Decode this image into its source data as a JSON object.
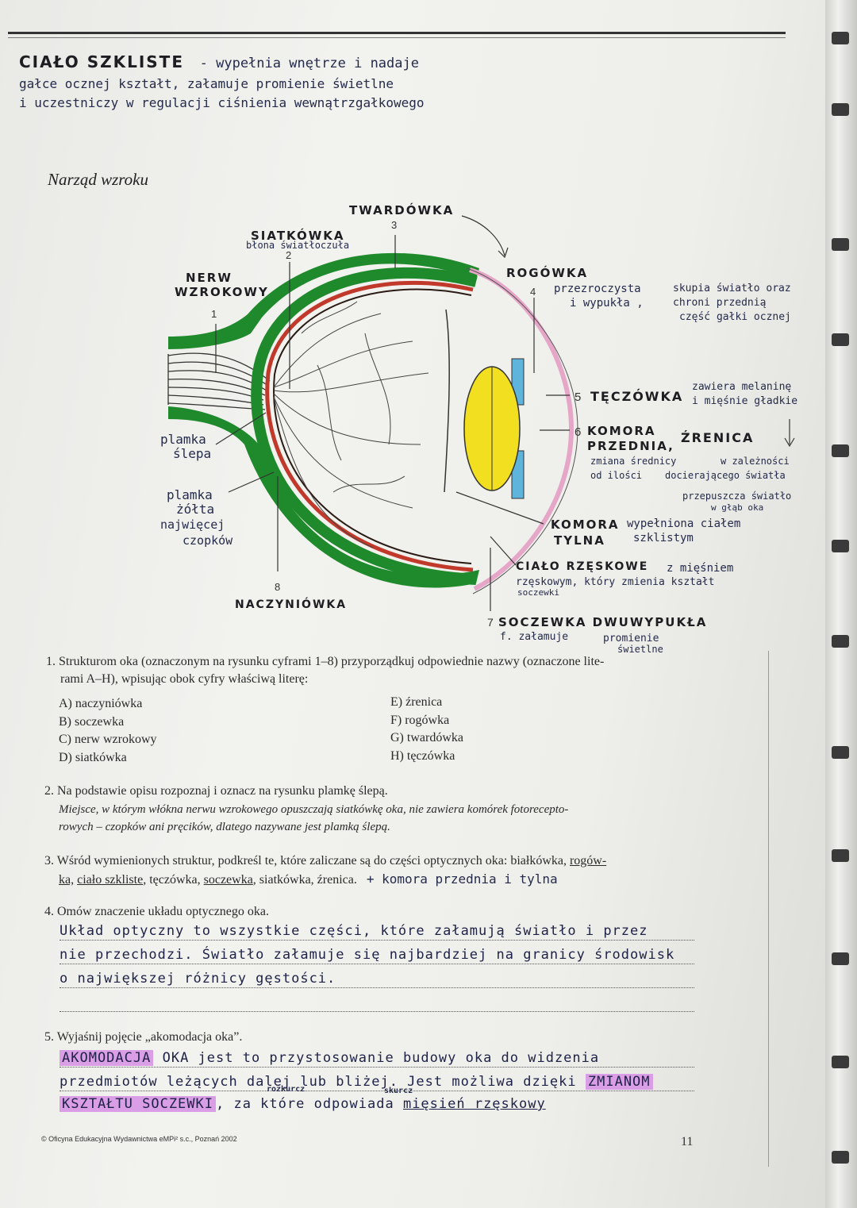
{
  "heading_note": {
    "title": "CIAŁO SZKLISTE",
    "line1": "- wypełnia wnętrze i nadaje",
    "line2": "gałce ocznej kształt, załamuje promienie świetlne",
    "line3": "i uczestniczy w regulacji ciśnienia wewnątrzgałkowego"
  },
  "section_title": "Narząd wzroku",
  "diagram": {
    "labels": {
      "twardowka": "TWARDÓWKA",
      "siatkowka": "SIATKÓWKA",
      "siatkowka_sub": "błona światłoczuła",
      "nerw_1": "NERW",
      "nerw_2": "WZROKOWY",
      "rogowka": "ROGÓWKA",
      "rogowka_desc1": "przezroczysta",
      "rogowka_desc2": "i wypukła ,",
      "rogowka_desc3": "skupia światło oraz",
      "rogowka_desc4": "chroni przednią",
      "rogowka_desc5": "część gałki ocznej",
      "teczowka": "TĘCZÓWKA",
      "teczowka_desc1": "zawiera melaninę",
      "teczowka_desc2": "i mięśnie gładkie",
      "komora_przednia_1": "KOMORA",
      "komora_przednia_2": "PRZEDNIA,",
      "zrenica": "ŹRENICA",
      "zrenica_desc1": "zmiana średnicy",
      "zrenica_desc2": "od ilości",
      "zrenica_desc3": "w zależności",
      "zrenica_desc4": "docierającego światła",
      "zrenica_desc5": "przepuszcza światło",
      "zrenica_desc6": "w głąb oka",
      "plamka_slepa_1": "plamka",
      "plamka_slepa_2": "ślepa",
      "plamka_zolta_1": "plamka",
      "plamka_zolta_2": "żółta",
      "plamka_zolta_3": "najwięcej",
      "plamka_zolta_4": "czopków",
      "komora_tylna_1": "KOMORA",
      "komora_tylna_2": "TYLNA",
      "komora_tylna_desc1": "wypełniona ciałem",
      "komora_tylna_desc2": "szklistym",
      "cialo_rzeskowe": "CIAŁO RZĘSKOWE",
      "cialo_rzeskowe_desc1": "z mięśniem",
      "cialo_rzeskowe_desc2": "rzęskowym, który zmienia kształt",
      "cialo_rzeskowe_desc3": "soczewki",
      "naczyniowka": "NACZYNIÓWKA",
      "soczewka": "SOCZEWKA DWUWYPUKŁA",
      "soczewka_desc1": "f. załamuje",
      "soczewka_desc2": "promienie",
      "soczewka_desc3": "świetlne"
    },
    "numbers": [
      "1",
      "2",
      "3",
      "4",
      "5",
      "6",
      "7",
      "8"
    ],
    "colors": {
      "sclera": "#1f8a2c",
      "choroid": "#c0392b",
      "retina": "#2a1a14",
      "lens": "#f2e020",
      "iris": "#5fb4dc",
      "cornea": "#e6a6c8"
    }
  },
  "q1": {
    "text1": "1. Strukturom oka (oznaczonym na rysunku cyframi 1–8) przyporządkuj odpowiednie nazwy (oznaczone lite-",
    "text2": "rami A–H), wpisując obok cyfry właściwą literę:",
    "left_options": [
      "A) naczyniówka",
      "B) soczewka",
      "C) nerw wzrokowy",
      "D) siatkówka"
    ],
    "right_options": [
      "E) źrenica",
      "F) rogówka",
      "G) twardówka",
      "H) tęczówka"
    ]
  },
  "q2": {
    "text": "2. Na podstawie opisu rozpoznaj i oznacz na rysunku plamkę ślepą.",
    "italic1": "Miejsce, w którym włókna nerwu wzrokowego opuszczają siatkówkę oka, nie zawiera komórek fotorecepto-",
    "italic2": "rowych – czopków ani pręcików, dlatego nazywane jest plamką ślepą."
  },
  "q3": {
    "text1a": "3. Wśród wymienionych struktur, podkreśl te, które zaliczane są do części optycznych oka: białkówka,",
    "text1b": "rogów-",
    "text2a": "ka,",
    "text2b": "ciało szkliste",
    "text2c": ", tęczówka,",
    "text2d": "soczewka",
    "text2e": ", siatkówka, źrenica.",
    "handwritten": "+ komora przednia i tylna"
  },
  "q4": {
    "text": "4. Omów znaczenie układu optycznego oka.",
    "answer1": "Układ optyczny to wszystkie części, które załamują światło i przez",
    "answer2": "nie przechodzi. Światło załamuje się najbardziej na granicy środowisk",
    "answer3": "o największej różnicy gęstości."
  },
  "q5": {
    "text": "5. Wyjaśnij pojęcie „akomodacja oka”.",
    "hl1": "AKOMODACJA",
    "answer1": "OKA jest to przystosowanie budowy oka do widzenia",
    "answer2": "przedmiotów leżących dalej lub bliżej. Jest możliwa dzięki",
    "hl2": "ZMIANOM",
    "hl3": "KSZTAŁTU SOCZEWKI",
    "answer3a": ", za które odpowiada",
    "answer3b": "mięsień rzęskowy",
    "small1": "rozkurcz",
    "small2": "skurcz"
  },
  "footer": "© Oficyna Edukacyjna Wydawnictwa eMPi² s.c., Poznań 2002",
  "page_number": "11"
}
